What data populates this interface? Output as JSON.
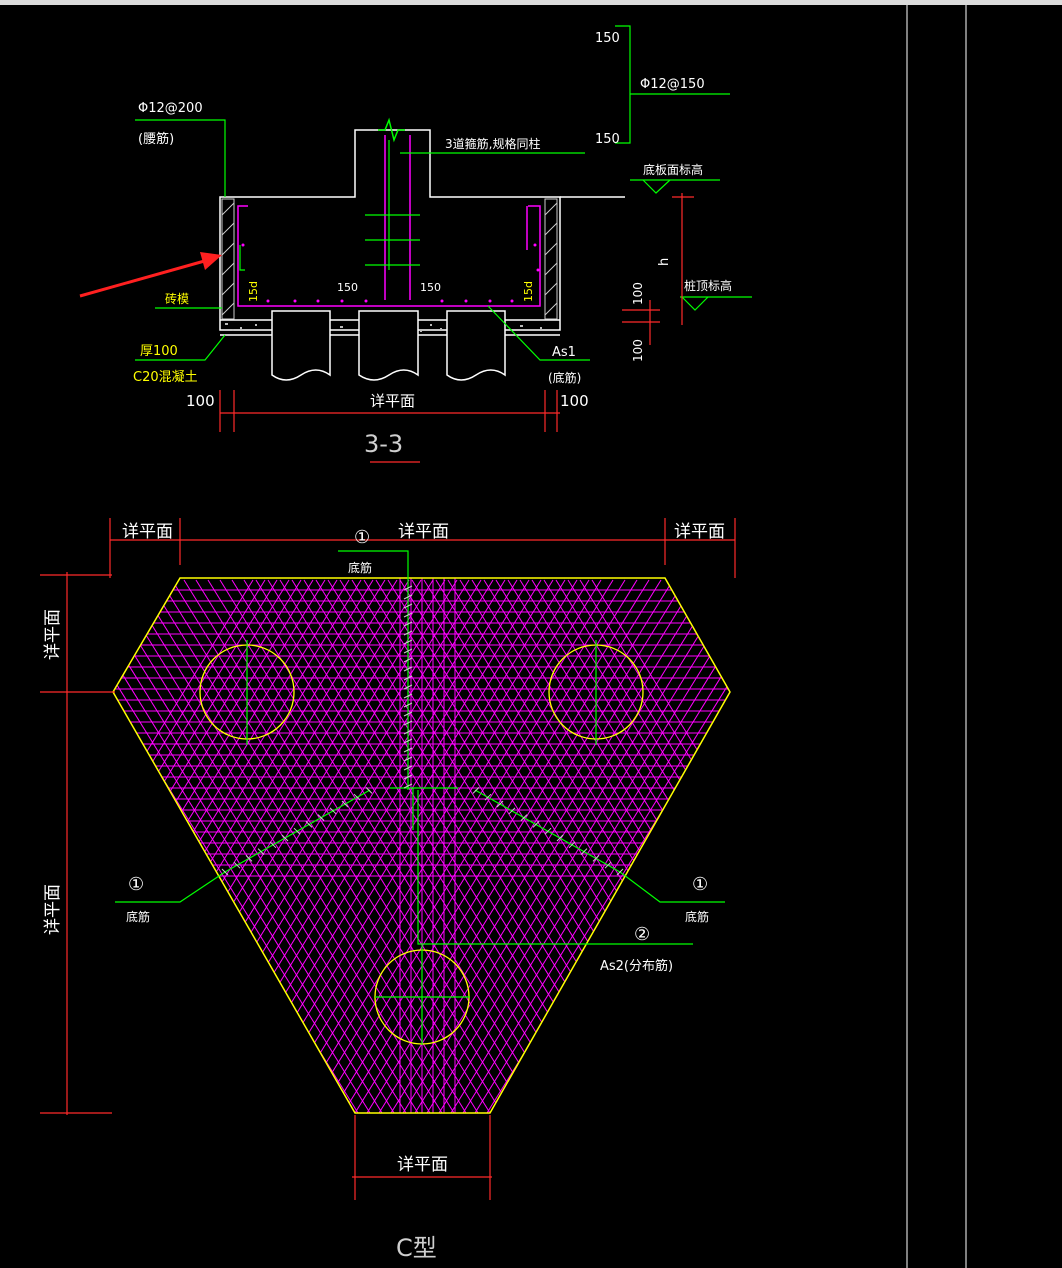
{
  "section": {
    "title": "3-3",
    "waist_bar": "Φ12@200",
    "waist_bar_note": "(腰筋)",
    "stirrups_note": "3道箍筋,规格同柱",
    "bottom_elev": "底板面标高",
    "pile_top_elev": "桩顶标高",
    "brick_mold": "砖模",
    "cushion_thk": "厚100",
    "cushion_mat": "C20混凝土",
    "as1": "As1",
    "as1_note": "(底筋)",
    "dim_100": "100",
    "dim_150": "150",
    "dim_15d": "15d",
    "dim_h": "h",
    "dim_span": "详平面",
    "side_bar": "Φ12@150"
  },
  "plan": {
    "title": "C型",
    "label_detail": "详平面",
    "marker_1": "①",
    "marker_2": "②",
    "bottom_bar": "底筋",
    "as2": "As2(分布筋)"
  },
  "colors": {
    "background": "#000000",
    "outline": "#ffffff",
    "rebar": "#ff00ff",
    "leader": "#00ff00",
    "dimension": "#ff0000",
    "pile": "#ffff00",
    "arrow": "#ff2020"
  }
}
